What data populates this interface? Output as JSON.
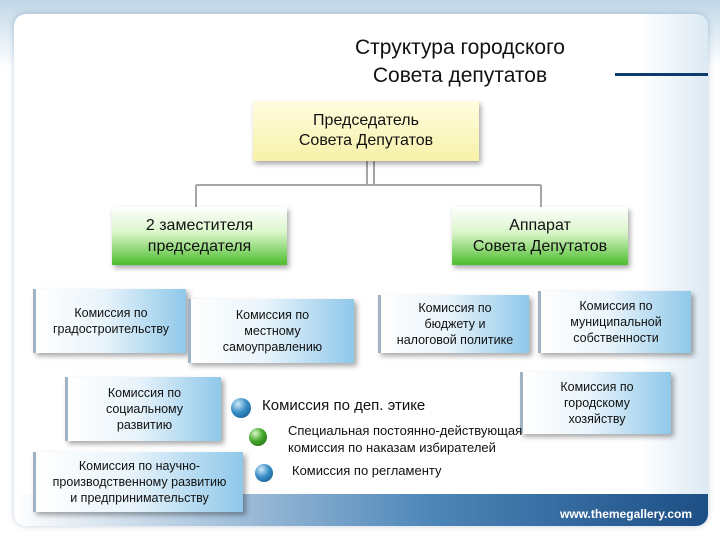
{
  "title": "Структура городского\nСовета депутатов",
  "chair": "Председатель\nСовета Депутатов",
  "deputies": "2 заместителя\nпредседателя",
  "apparatus": "Аппарат\nСовета Депутатов",
  "commissions": {
    "urban": "Комиссия по\nградостроительству",
    "local": "Комиссия по\nместному\nсамоуправлению",
    "budget": "Комиссия по\nбюджету и\nналоговой политике",
    "municipal": "Комиссия по\nмуниципальной\nсобственности",
    "social": "Комиссия по\nсоциальному\nразвитию",
    "industrial": "Комиссия по научно-\nпроизводственному развитию\nи предпринимательству",
    "city": "Комиссия по\nгородскому\nхозяйству"
  },
  "list": {
    "ethics": "Комиссия по деп. этике",
    "mandates": "Специальная постоянно-действующая\nкомиссия по наказам избирателей",
    "rules": "Комиссия по регламенту"
  },
  "website": "www.themegallery.com"
}
